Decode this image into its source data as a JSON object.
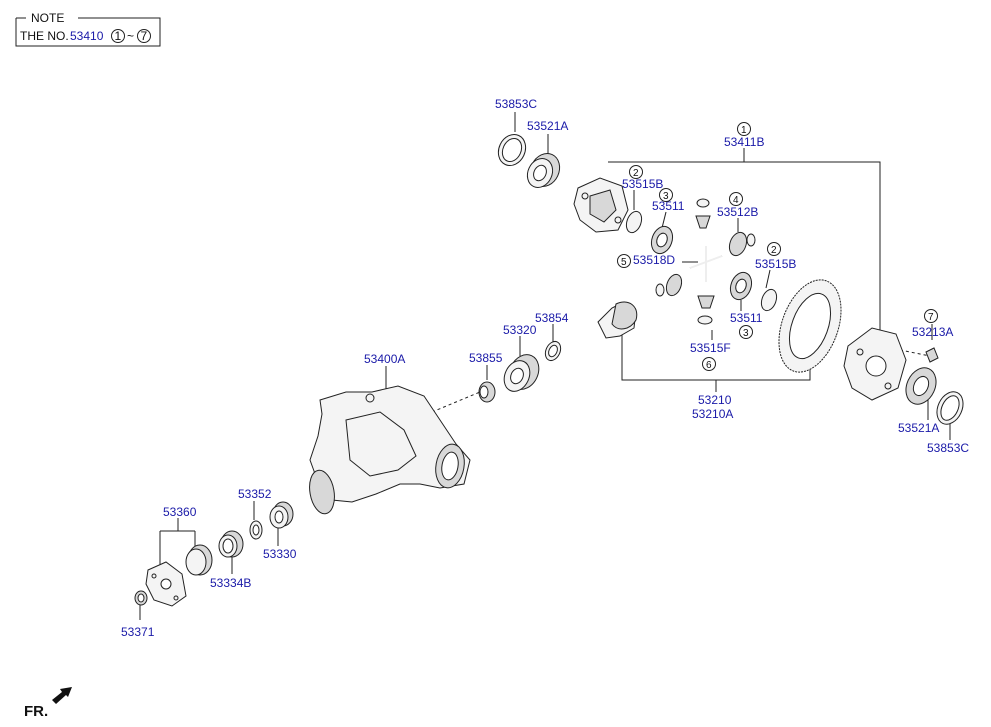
{
  "note": {
    "title": "NOTE",
    "text_prefix": "THE NO.",
    "ref_number": "53410",
    "range_start": "1",
    "tilde": "~",
    "range_end": "7"
  },
  "labels": {
    "p53853C_top": "53853C",
    "p53521A_top": "53521A",
    "p53411B": "53411B",
    "p53515B_left": "53515B",
    "p53511_top": "53511",
    "p53512B": "53512B",
    "p53518D": "53518D",
    "p53515B_right": "53515B",
    "p53511_bottom": "53511",
    "p53515F": "53515F",
    "p53854": "53854",
    "p53320": "53320",
    "p53855": "53855",
    "p53400A": "53400A",
    "p53210": "53210",
    "p53210A": "53210A",
    "p53213A": "53213A",
    "p53521A_bottom": "53521A",
    "p53853C_bottom": "53853C",
    "p53360": "53360",
    "p53352": "53352",
    "p53330": "53330",
    "p53334B": "53334B",
    "p53371": "53371"
  },
  "circled": {
    "c1": "1",
    "c2_left": "2",
    "c3_top": "3",
    "c4": "4",
    "c5": "5",
    "c2_right": "2",
    "c3_bottom": "3",
    "c6": "6",
    "c7": "7"
  },
  "footer": {
    "direction": "FR.",
    "arrow_icon": "front-arrow-icon"
  },
  "colors": {
    "part_number": "#1a1aa8",
    "line": "#222222",
    "background": "#ffffff"
  }
}
